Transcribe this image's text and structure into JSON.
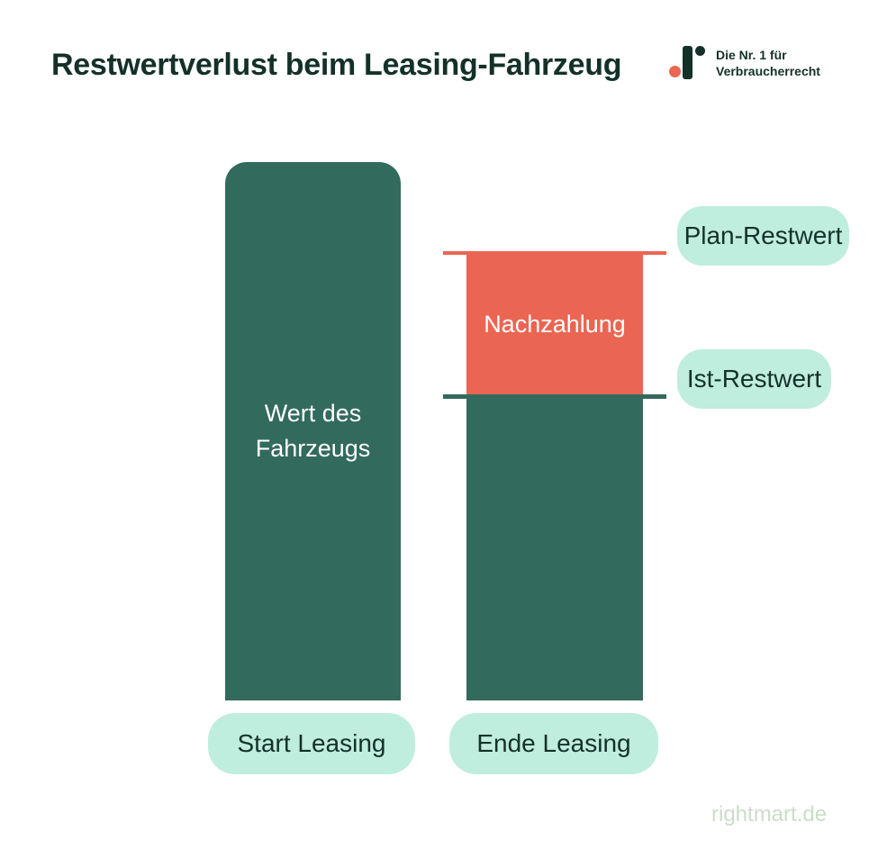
{
  "title": "Restwertverlust beim Leasing-Fahrzeug",
  "logo": {
    "tagline_line1": "Die Nr. 1 für",
    "tagline_line2": "Verbraucherrecht"
  },
  "diagram": {
    "left_bar": {
      "value_label_line1": "Wert des",
      "value_label_line2": "Fahrzeugs",
      "axis_label": "Start Leasing"
    },
    "right_bar": {
      "overpayment_label": "Nachzahlung",
      "axis_label": "Ende Leasing"
    },
    "levels": {
      "plan_label": "Plan-Restwert",
      "ist_label": "Ist-Restwert"
    }
  },
  "footer": {
    "website": "rightmart.de"
  },
  "colors": {
    "teal": "#336A5E",
    "coral": "#EB6553",
    "mint": "#BFEDDE",
    "ink": "#143129",
    "footer-text": "#CCDCC9"
  }
}
